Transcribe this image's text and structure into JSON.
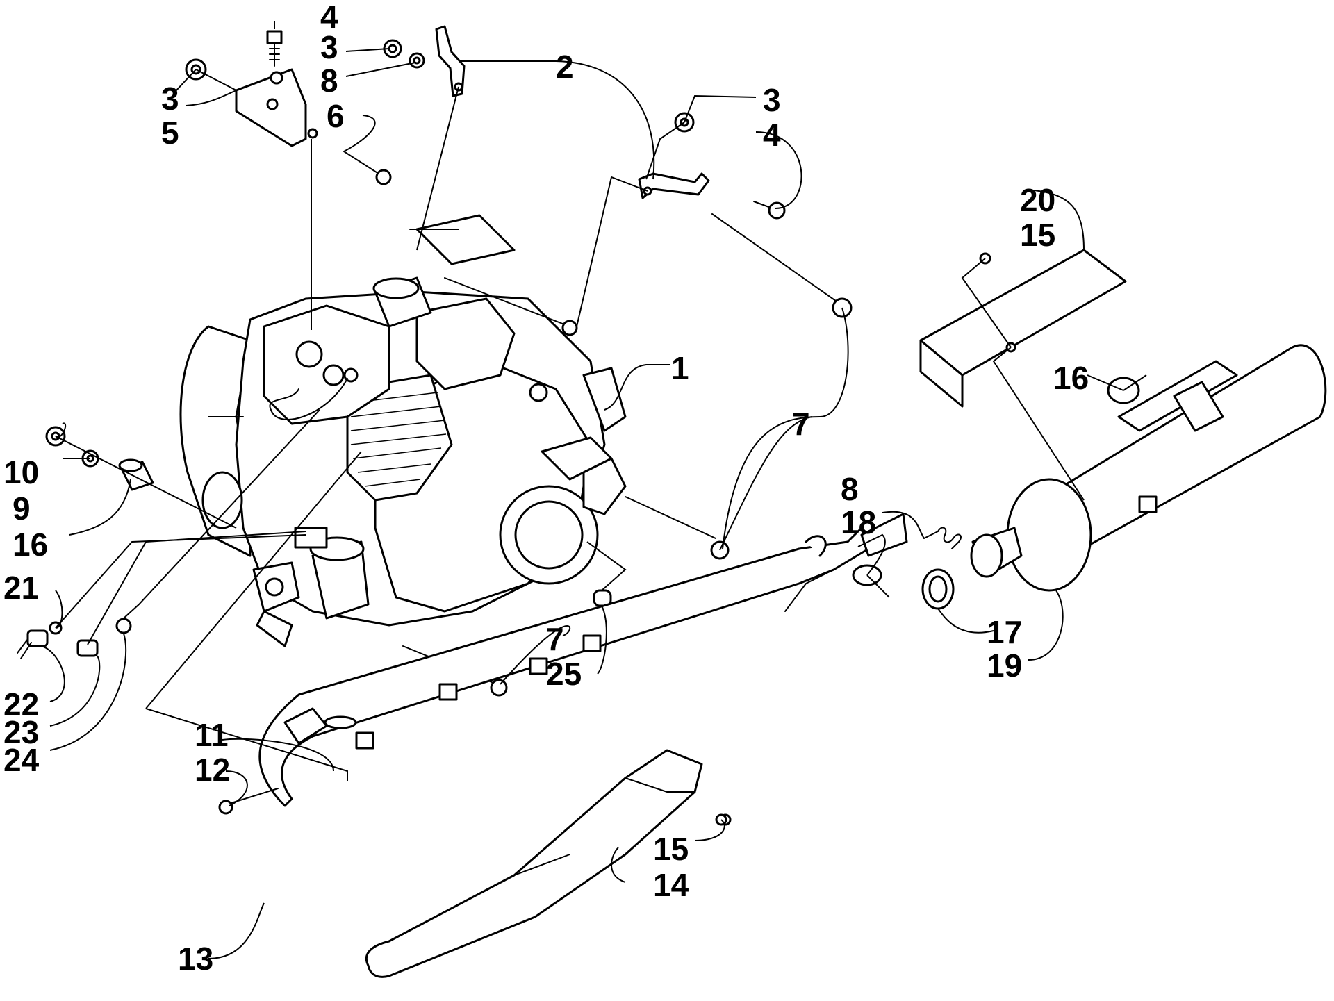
{
  "callouts": [
    {
      "id": "c-4a",
      "text": "4"
    },
    {
      "id": "c-3a",
      "text": "3"
    },
    {
      "id": "c-8a",
      "text": "8"
    },
    {
      "id": "c-2",
      "text": "2"
    },
    {
      "id": "c-3b",
      "text": "3"
    },
    {
      "id": "c-5",
      "text": "5"
    },
    {
      "id": "c-6",
      "text": "6"
    },
    {
      "id": "c-3c",
      "text": "3"
    },
    {
      "id": "c-4b",
      "text": "4"
    },
    {
      "id": "c-20",
      "text": "20"
    },
    {
      "id": "c-15a",
      "text": "15"
    },
    {
      "id": "c-1",
      "text": "1"
    },
    {
      "id": "c-16a",
      "text": "16"
    },
    {
      "id": "c-7a",
      "text": "7"
    },
    {
      "id": "c-10",
      "text": "10"
    },
    {
      "id": "c-8b",
      "text": "8"
    },
    {
      "id": "c-9",
      "text": "9"
    },
    {
      "id": "c-18",
      "text": "18"
    },
    {
      "id": "c-16b",
      "text": "16"
    },
    {
      "id": "c-21",
      "text": "21"
    },
    {
      "id": "c-7b",
      "text": "7"
    },
    {
      "id": "c-25",
      "text": "25"
    },
    {
      "id": "c-17",
      "text": "17"
    },
    {
      "id": "c-19",
      "text": "19"
    },
    {
      "id": "c-22",
      "text": "22"
    },
    {
      "id": "c-23",
      "text": "23"
    },
    {
      "id": "c-24",
      "text": "24"
    },
    {
      "id": "c-11",
      "text": "11"
    },
    {
      "id": "c-12",
      "text": "12"
    },
    {
      "id": "c-15b",
      "text": "15"
    },
    {
      "id": "c-14",
      "text": "14"
    },
    {
      "id": "c-13",
      "text": "13"
    }
  ]
}
